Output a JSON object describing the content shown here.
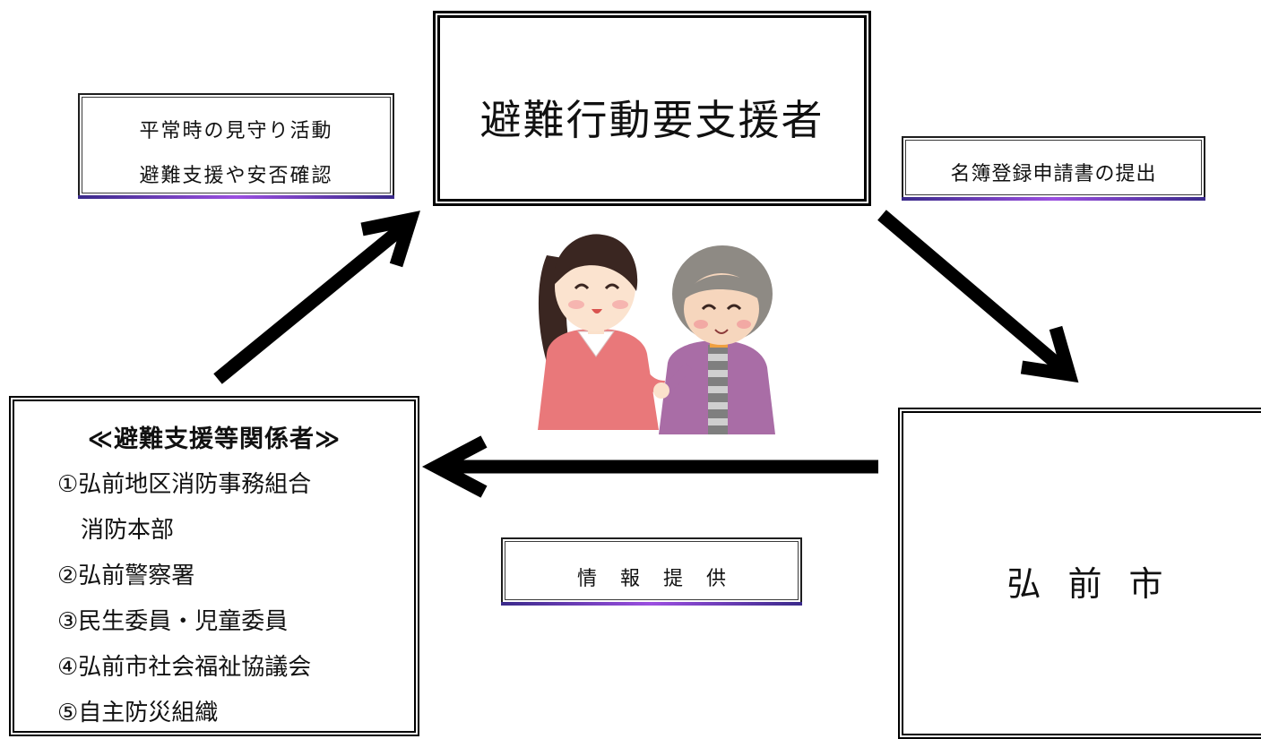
{
  "main": {
    "title": "避難行動要支援者"
  },
  "left_label": {
    "line1": "平常時の見守り活動",
    "line2": "避難支援や安否確認"
  },
  "right_label": {
    "text": "名簿登録申請書の提出"
  },
  "info_label": {
    "text": "情報提供"
  },
  "relations": {
    "title": "≪避難支援等関係者≫",
    "items": [
      "①弘前地区消防事務組合",
      "消防本部",
      "②弘前警察署",
      "③民生委員・児童委員",
      "④弘前市社会福祉協議会",
      "⑤自主防災組織"
    ]
  },
  "city": {
    "name": "弘前市"
  },
  "colors": {
    "accent": "#7a3fc7",
    "line": "#000000"
  }
}
